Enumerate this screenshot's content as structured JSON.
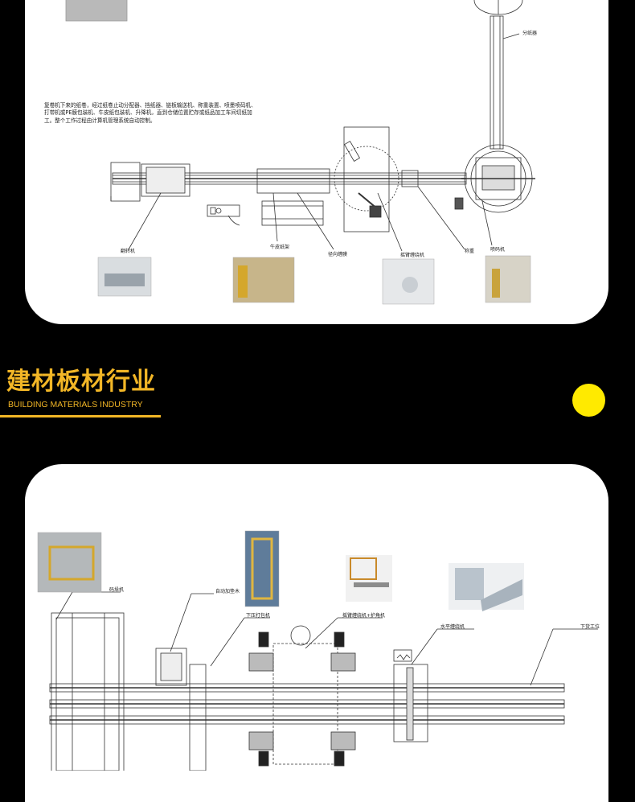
{
  "top_panel": {
    "description": "复卷机下来的纸卷，经过纸卷止动分配器、挡纸器、链板输送机、称重装置、喷墨喷码机、打带机或PE膜包装机、牛皮纸包装机、升降机，直到仓储位置贮存或纸品加工车间切纸加工。整个工作过程由计算机管理系统自动控制。",
    "labels": {
      "splitter": "分纸器",
      "tipping_machine": "翻转机",
      "kraft_shelf": "牛皮纸架",
      "radial_wrapping": "径向缠膜",
      "swing_arm_wrapper": "摇臂缠绕机",
      "weighing": "称重",
      "inkjet": "喷码机"
    }
  },
  "section": {
    "title_cn": "建材板材行业",
    "title_en": "BUILDING MATERIALS INDUSTRY",
    "accent_color": "#f2b626",
    "dot_color": "#ffea00"
  },
  "bottom_panel": {
    "labels": {
      "stacker": "码垛机",
      "auto_wood_feeder": "自动加垫木",
      "press_strapping": "下压打包机",
      "swing_wrap_corner": "摇臂缠绕机+护角机",
      "horizontal_wrapper": "水平缠绕机",
      "unloading_station": "下货工位"
    }
  }
}
